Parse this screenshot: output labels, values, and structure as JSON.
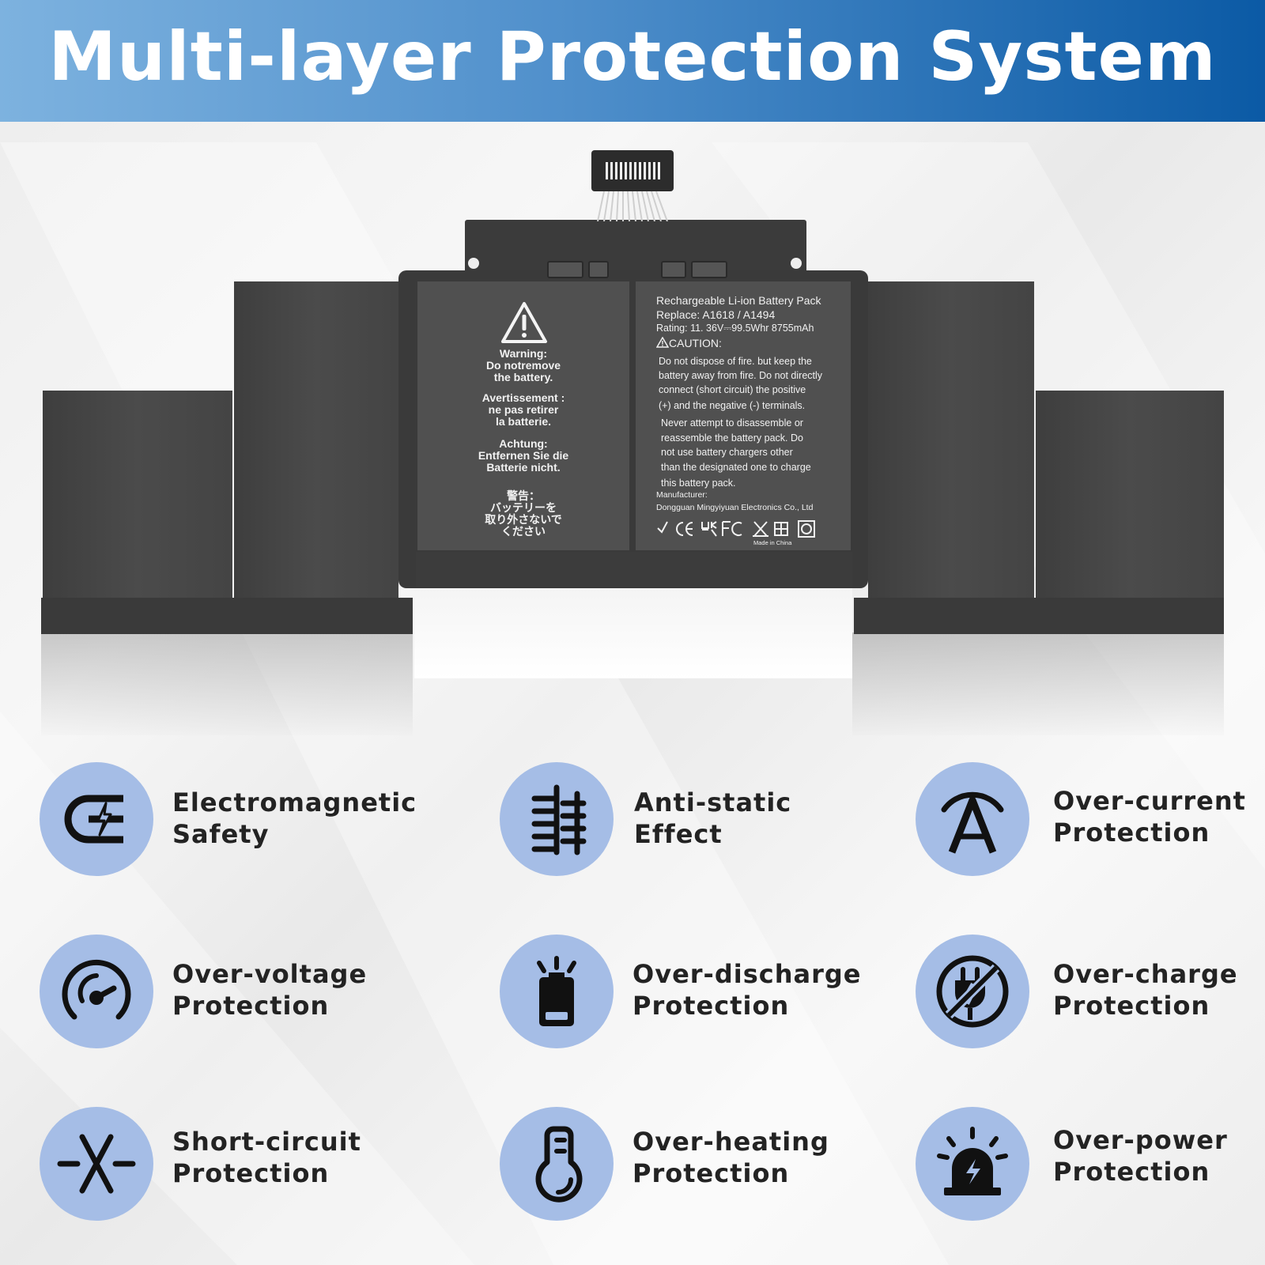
{
  "header": {
    "title": "Multi-layer Protection System"
  },
  "battery_label": {
    "warning": {
      "lines": [
        "Warning:",
        "Do notremove",
        "the battery.",
        "Avertissement :",
        "ne pas retirer",
        "la batterie.",
        "Achtung:",
        "Entfernen Sie die",
        "Batterie nicht.",
        "警告：",
        "バッテリーを",
        "取り外さないで",
        "ください"
      ]
    },
    "spec": {
      "title": "Rechargeable Li-ion Battery Pack",
      "replace": "Replace: A1618 / A1494",
      "rating": "Rating: 11. 36V⎓99.5Whr 8755mAh",
      "caution": "CAUTION:",
      "lines": [
        "Do not dispose of fire. but keep the",
        "battery away from fire. Do not directly",
        "connect (short circuit) the positive",
        "(+) and the negative (-) terminals.",
        "Never attempt to  disassemble or",
        "reassemble the battery pack. Do",
        "not use  battery chargers other",
        "than the designated one to charge",
        "this battery pack."
      ],
      "manufacturer_label": "Manufacturer:",
      "manufacturer": "Dongguan Mingyiyuan Electronics Co., Ltd",
      "made_in": "Made in China"
    }
  },
  "features": [
    {
      "line1": "Electromagnetic",
      "line2": "Safety",
      "icon": "electromagnetic-icon"
    },
    {
      "line1": "Anti-static",
      "line2": "Effect",
      "icon": "anti-static-icon"
    },
    {
      "line1": "Over-current",
      "line2": "Protection",
      "icon": "over-current-icon"
    },
    {
      "line1": "Over-voltage",
      "line2": "Protection",
      "icon": "gauge-icon"
    },
    {
      "line1": "Over-discharge",
      "line2": "Protection",
      "icon": "low-battery-icon"
    },
    {
      "line1": "Over-charge",
      "line2": "Protection",
      "icon": "no-plug-icon"
    },
    {
      "line1": "Short-circuit",
      "line2": "Protection",
      "icon": "short-circuit-icon"
    },
    {
      "line1": "Over-heating",
      "line2": "Protection",
      "icon": "thermometer-icon"
    },
    {
      "line1": "Over-power",
      "line2": "Protection",
      "icon": "alarm-icon"
    }
  ],
  "colors": {
    "header_start": "#7db2df",
    "header_end": "#0b5aa5",
    "icon_circle": "#a5bde6",
    "battery": "#4a4a4a"
  }
}
